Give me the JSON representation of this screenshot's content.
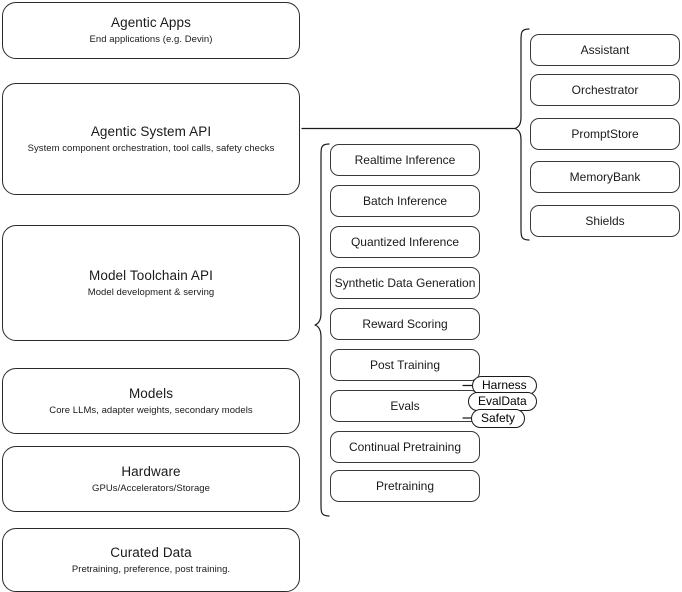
{
  "diagram": {
    "type": "layered-stack-architecture",
    "background_color": "#ffffff",
    "stroke_color": "#1a1a1a",
    "stack": {
      "name": "platform-stack",
      "layers": [
        {
          "title": "Agentic Apps",
          "subtitle": "End applications (e.g. Devin)"
        },
        {
          "title": "Agentic System API",
          "subtitle": "System component orchestration, tool calls, safety checks"
        },
        {
          "title": "Model Toolchain API",
          "subtitle": "Model development & serving"
        },
        {
          "title": "Models",
          "subtitle": "Core LLMs, adapter weights, secondary models"
        },
        {
          "title": "Hardware",
          "subtitle": "GPUs/Accelerators/Storage"
        },
        {
          "title": "Curated Data",
          "subtitle": "Pretraining, preference, post training."
        }
      ]
    },
    "agentic_system_components": {
      "name": "agentic-system-api-components",
      "items": [
        {
          "label": "Assistant"
        },
        {
          "label": "Orchestrator"
        },
        {
          "label": "PromptStore"
        },
        {
          "label": "MemoryBank"
        },
        {
          "label": "Shields"
        }
      ]
    },
    "model_toolchain_components": {
      "name": "model-toolchain-api-components",
      "items": [
        {
          "label": "Realtime Inference"
        },
        {
          "label": "Batch Inference"
        },
        {
          "label": "Quantized Inference"
        },
        {
          "label": "Synthetic Data Generation"
        },
        {
          "label": "Reward Scoring"
        },
        {
          "label": "Post Training"
        },
        {
          "label": "Evals"
        },
        {
          "label": "Continual Pretraining"
        },
        {
          "label": "Pretraining"
        }
      ]
    },
    "evals_tags": {
      "name": "evals-subcomponents",
      "items": [
        {
          "label": "Harness"
        },
        {
          "label": "EvalData"
        },
        {
          "label": "Safety"
        }
      ]
    }
  }
}
